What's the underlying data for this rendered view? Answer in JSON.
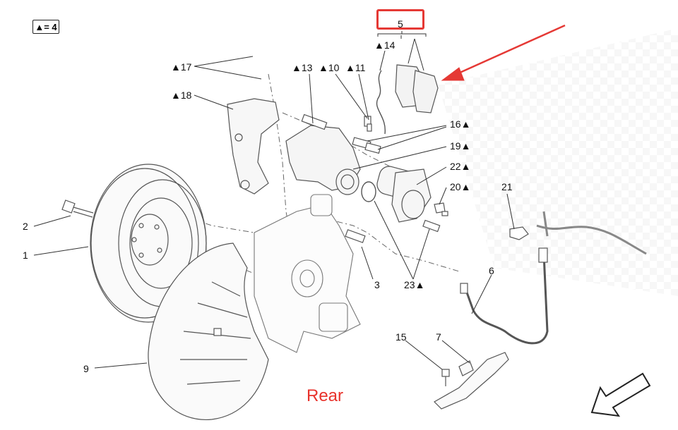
{
  "legend": {
    "text": "▲= 4"
  },
  "caption": "Rear",
  "colors": {
    "highlight": "#e53935",
    "accent_arrow": "#e53935",
    "line": "#333333",
    "part_stroke": "#555555"
  },
  "callouts": [
    {
      "id": "c5",
      "text": "5"
    },
    {
      "id": "c14",
      "text": "▲14"
    },
    {
      "id": "c17",
      "text": "▲17"
    },
    {
      "id": "c18",
      "text": "▲18"
    },
    {
      "id": "c13",
      "text": "▲13"
    },
    {
      "id": "c10",
      "text": "▲10"
    },
    {
      "id": "c11",
      "text": "▲11"
    },
    {
      "id": "c16",
      "text": "16▲"
    },
    {
      "id": "c19",
      "text": "19▲"
    },
    {
      "id": "c22",
      "text": "22▲"
    },
    {
      "id": "c20",
      "text": "20▲"
    },
    {
      "id": "c21",
      "text": "21"
    },
    {
      "id": "c2",
      "text": "2"
    },
    {
      "id": "c1",
      "text": "1"
    },
    {
      "id": "c3",
      "text": "3"
    },
    {
      "id": "c23",
      "text": "23▲"
    },
    {
      "id": "c6",
      "text": "6"
    },
    {
      "id": "c15",
      "text": "15"
    },
    {
      "id": "c7",
      "text": "7"
    },
    {
      "id": "c9",
      "text": "9"
    }
  ]
}
